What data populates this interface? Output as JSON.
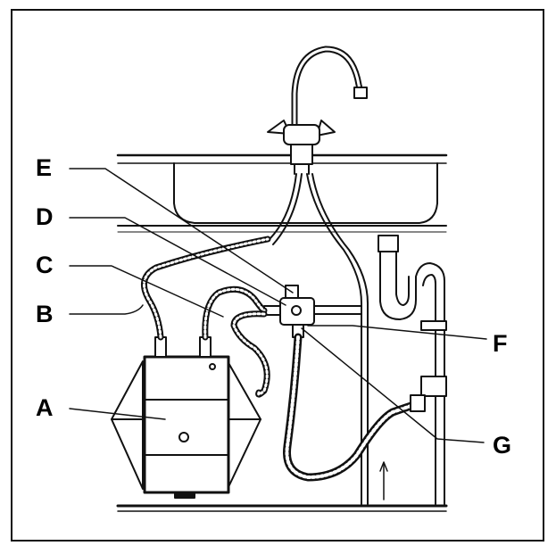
{
  "labels": {
    "a": "A",
    "b": "B",
    "c": "C",
    "d": "D",
    "e": "E",
    "f": "F",
    "g": "G"
  },
  "colors": {
    "line": "#111111",
    "background": "#ffffff"
  },
  "icons": [
    "faucet-icon",
    "sink-basin",
    "siphon-trap",
    "water-heater-icon",
    "mixer-valve-icon",
    "flow-arrow-icon"
  ]
}
